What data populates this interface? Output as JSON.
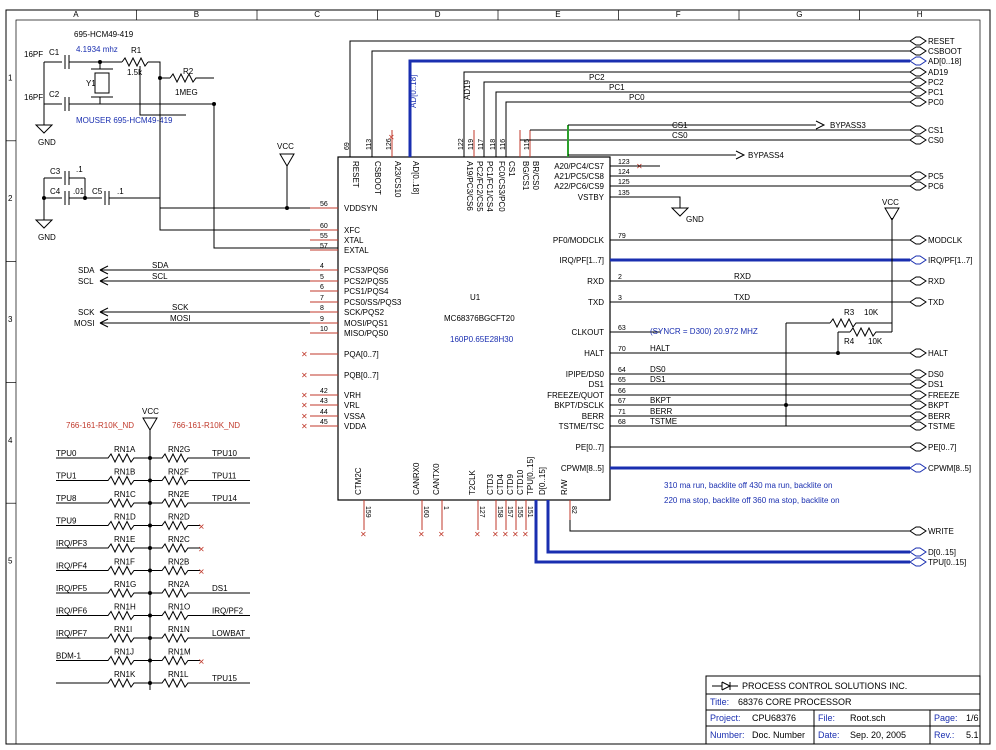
{
  "grid": {
    "cols": [
      "A",
      "B",
      "C",
      "D",
      "E",
      "F",
      "G",
      "H"
    ],
    "rows": [
      "1",
      "2",
      "3",
      "4",
      "5"
    ]
  },
  "osc": {
    "part": "695-HCM49-419",
    "freq": "4.1934 mhz",
    "c1": "C1",
    "c2": "C2",
    "c1v": "16PF",
    "c2v": "16PF",
    "r1": "R1",
    "r1v": "1.5k",
    "r2": "R2",
    "r2v": "1MEG",
    "y1": "Y1",
    "mouser": "MOUSER 695-HCM49-419",
    "gnd": "GND"
  },
  "caps": {
    "c3": "C3",
    "c3v": ".1",
    "c4": "C4",
    "c4v": ".01",
    "c5": "C5",
    "c5v": ".1",
    "gnd": "GND"
  },
  "vcc": "VCC",
  "u1": {
    "ref": "U1",
    "part": "MC68376BGCFT20",
    "pkg": "160P0.65E28H30",
    "left_pins": [
      {
        "name": "VDDSYN",
        "num": "56"
      },
      {
        "name": "XFC",
        "num": "60"
      },
      {
        "name": "XTAL",
        "num": "55"
      },
      {
        "name": "EXTAL",
        "num": "57"
      },
      {
        "name": "PCS3/PQS6",
        "num": "4"
      },
      {
        "name": "PCS2/PQS5",
        "num": "5"
      },
      {
        "name": "PCS1/PQS4",
        "num": "6"
      },
      {
        "name": "PCS0/SS/PQS3",
        "num": "7"
      },
      {
        "name": "SCK/PQS2",
        "num": "8"
      },
      {
        "name": "MOSI/PQS1",
        "num": "9"
      },
      {
        "name": "MISO/PQS0",
        "num": "10"
      },
      {
        "name": "PQA[0..7]",
        "num": ""
      },
      {
        "name": "PQB[0..7]",
        "num": ""
      },
      {
        "name": "VRH",
        "num": "42"
      },
      {
        "name": "VRL",
        "num": "43"
      },
      {
        "name": "VSSA",
        "num": "44"
      },
      {
        "name": "VDDA",
        "num": "45"
      }
    ],
    "top_pins": [
      {
        "name": "RESET",
        "num": "69"
      },
      {
        "name": "CSBOOT",
        "num": "113"
      },
      {
        "name": "A23/CS10",
        "num": "126"
      },
      {
        "name": "AD[0..18]",
        "num": ""
      },
      {
        "name": "A19/PC3/CS6",
        "num": "122"
      },
      {
        "name": "PC2/FC2/CS5",
        "num": "119"
      },
      {
        "name": "PC1/FC1/CS4",
        "num": "117"
      },
      {
        "name": "FC0/CS3/PC0",
        "num": "118"
      },
      {
        "name": "CS1",
        "num": "116"
      },
      {
        "name": "BG/CS1",
        "num": ""
      },
      {
        "name": "BR/CS0",
        "num": "115"
      }
    ],
    "right_pins": [
      {
        "name": "A20/PC4/CS7",
        "num": "123"
      },
      {
        "name": "A21/PC5/CS8",
        "num": "124"
      },
      {
        "name": "A22/PC6/CS9",
        "num": "125"
      },
      {
        "name": "VSTBY",
        "num": "135"
      },
      {
        "name": "PF0/MODCLK",
        "num": "79"
      },
      {
        "name": "IRQ/PF[1..7]",
        "num": ""
      },
      {
        "name": "RXD",
        "num": "2"
      },
      {
        "name": "TXD",
        "num": "3"
      },
      {
        "name": "CLKOUT",
        "num": "63"
      },
      {
        "name": "HALT",
        "num": "70"
      },
      {
        "name": "IPIPE/DS0",
        "num": "64"
      },
      {
        "name": "DS1",
        "num": "65"
      },
      {
        "name": "FREEZE/QUOT",
        "num": "66"
      },
      {
        "name": "BKPT/DSCLK",
        "num": "67"
      },
      {
        "name": "BERR",
        "num": "71"
      },
      {
        "name": "TSTME/TSC",
        "num": "68"
      },
      {
        "name": "PE[0..7]",
        "num": ""
      },
      {
        "name": "CPWM[8..5]",
        "num": ""
      }
    ],
    "bottom_pins": [
      {
        "name": "CTM2C",
        "num": "159"
      },
      {
        "name": "CANRX0",
        "num": "160"
      },
      {
        "name": "CANTX0",
        "num": "1"
      },
      {
        "name": "T2CLK",
        "num": "127"
      },
      {
        "name": "CTD3",
        "num": "158"
      },
      {
        "name": "CTD4",
        "num": "157"
      },
      {
        "name": "CTD9",
        "num": "155"
      },
      {
        "name": "CTD10",
        "num": "151"
      },
      {
        "name": "TPU[0..15]",
        "num": ""
      },
      {
        "name": "D[0..15]",
        "num": ""
      },
      {
        "name": "R/W",
        "num": "82"
      }
    ]
  },
  "ports_right": [
    {
      "label": "RESET"
    },
    {
      "label": "CSBOOT"
    },
    {
      "label": "AD[0..18]"
    },
    {
      "label": "AD19"
    },
    {
      "label": "PC2"
    },
    {
      "label": "PC1"
    },
    {
      "label": "PC0"
    },
    {
      "label": "CS1"
    },
    {
      "label": "CS0"
    },
    {
      "label": "PC5"
    },
    {
      "label": "PC6"
    },
    {
      "label": "MODCLK"
    },
    {
      "label": "IRQ/PF[1..7]"
    },
    {
      "label": "RXD"
    },
    {
      "label": "TXD"
    },
    {
      "label": "HALT"
    },
    {
      "label": "DS0"
    },
    {
      "label": "DS1"
    },
    {
      "label": "FREEZE"
    },
    {
      "label": "BKPT"
    },
    {
      "label": "BERR"
    },
    {
      "label": "TSTME"
    },
    {
      "label": "PE[0..7]"
    },
    {
      "label": "CPWM[8..5]"
    },
    {
      "label": "WRITE"
    },
    {
      "label": "D[0..15]"
    },
    {
      "label": "TPU[0..15]"
    }
  ],
  "net_labels": {
    "ad018": "AD[0..18]",
    "ad19": "AD19",
    "pc2": "PC2",
    "pc1": "PC1",
    "pc0": "PC0",
    "cs1": "CS1",
    "cs0": "CS0",
    "bypass3": "BYPASS3",
    "bypass4": "BYPASS4",
    "rxd": "RXD",
    "txd": "TXD",
    "halt": "HALT",
    "ds0": "DS0",
    "ds1": "DS1",
    "bkpt": "BKPT",
    "berr": "BERR",
    "tstme": "TSTME",
    "gnd": "GND"
  },
  "left_ports": [
    {
      "label": "SDA",
      "net": "SDA"
    },
    {
      "label": "SCL",
      "net": "SCL"
    },
    {
      "label": "SCK",
      "net": "SCK"
    },
    {
      "label": "MOSI",
      "net": "MOSI"
    }
  ],
  "notes": {
    "syncr": "(SYNCR = D300)  20.972 MHZ",
    "run": "310 ma run, backlite off    430 ma run, backlite on",
    "stop": "220 ma stop, backlite off   360 ma stop, backlite on",
    "r3": "R3",
    "r3v": "10K",
    "r4": "R4",
    "r4v": "10K"
  },
  "rnet": {
    "part_left": "766-161-R10K_ND",
    "part_right": "766-161-R10K_ND",
    "rows": [
      {
        "left": "TPU0",
        "lref": "RN1A",
        "rref": "RN2G",
        "right": "TPU10"
      },
      {
        "left": "TPU1",
        "lref": "RN1B",
        "rref": "RN2F",
        "right": "TPU11"
      },
      {
        "left": "TPU8",
        "lref": "RN1C",
        "rref": "RN2E",
        "right": "TPU14"
      },
      {
        "left": "TPU9",
        "lref": "RN1D",
        "rref": "RN2D",
        "right": ""
      },
      {
        "left": "IRQ/PF3",
        "lref": "RN1E",
        "rref": "RN2C",
        "right": ""
      },
      {
        "left": "IRQ/PF4",
        "lref": "RN1F",
        "rref": "RN2B",
        "right": ""
      },
      {
        "left": "IRQ/PF5",
        "lref": "RN1G",
        "rref": "RN2A",
        "right": "DS1"
      },
      {
        "left": "IRQ/PF6",
        "lref": "RN1H",
        "rref": "RN1O",
        "right": "IRQ/PF2"
      },
      {
        "left": "IRQ/PF7",
        "lref": "RN1I",
        "rref": "RN1N",
        "right": "LOWBAT"
      },
      {
        "left": "BDM-1",
        "lref": "RN1J",
        "rref": "RN1M",
        "right": ""
      },
      {
        "left": "",
        "lref": "RN1K",
        "rref": "RN1L",
        "right": "TPU15"
      }
    ]
  },
  "titleblock": {
    "company": "PROCESS CONTROL SOLUTIONS INC.",
    "title_label": "Title:",
    "title": "68376 CORE PROCESSOR",
    "project_label": "Project:",
    "project": "CPU68376",
    "file_label": "File:",
    "file": "Root.sch",
    "page_label": "Page:",
    "page": "1/6",
    "number_label": "Number:",
    "number": "Doc. Number",
    "date_label": "Date:",
    "date": "Sep. 20, 2005",
    "rev_label": "Rev.:",
    "rev": "5.1"
  }
}
